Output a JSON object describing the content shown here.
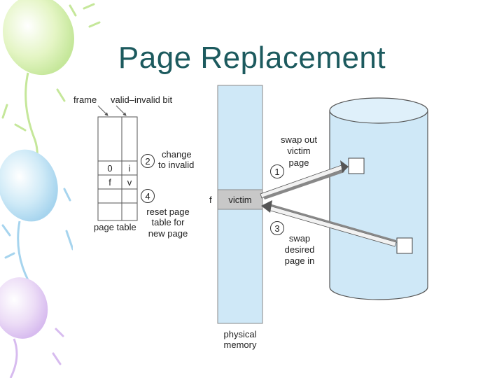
{
  "title": "Page Replacement",
  "labels": {
    "frame": "frame",
    "valid_invalid_bit": "valid–invalid bit",
    "page_table": "page table",
    "physical_memory_1": "physical",
    "physical_memory_2": "memory",
    "f_marker": "f",
    "victim": "victim"
  },
  "page_table_rows": [
    {
      "frame": "0",
      "bit": "i"
    },
    {
      "frame": "f",
      "bit": "v"
    }
  ],
  "steps": [
    {
      "number": "1",
      "lines": [
        "swap out",
        "victim",
        "page"
      ]
    },
    {
      "number": "2",
      "lines": [
        "change",
        "to invalid"
      ]
    },
    {
      "number": "3",
      "lines": [
        "swap",
        "desired",
        "page in"
      ]
    },
    {
      "number": "4",
      "lines": [
        "reset page",
        "table for",
        "new page"
      ]
    }
  ],
  "colors": {
    "memory_blue": "#cfe8f7",
    "victim_gray": "#c8c8c8",
    "disk_blue": "#cfe8f7",
    "title": "#1c5a5e"
  }
}
